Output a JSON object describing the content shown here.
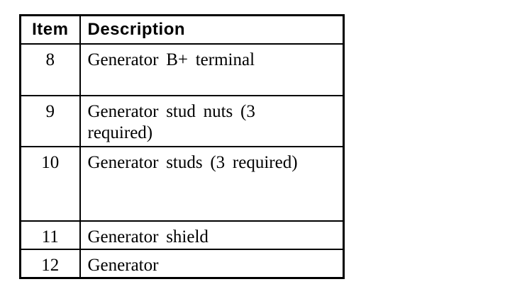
{
  "page": {
    "background_color": "#ffffff",
    "border_color": "#000000",
    "text_color": "#000000"
  },
  "table": {
    "headers": {
      "item": "Item",
      "description": "Description"
    },
    "rows": [
      {
        "item": "8",
        "description": "Generator B+ terminal"
      },
      {
        "item": "9",
        "description": "Generator stud nuts (3\nrequired)"
      },
      {
        "item": "10",
        "description": "Generator studs (3 required)"
      },
      {
        "item": "11",
        "description": "Generator shield"
      },
      {
        "item": "12",
        "description": "Generator"
      }
    ]
  }
}
